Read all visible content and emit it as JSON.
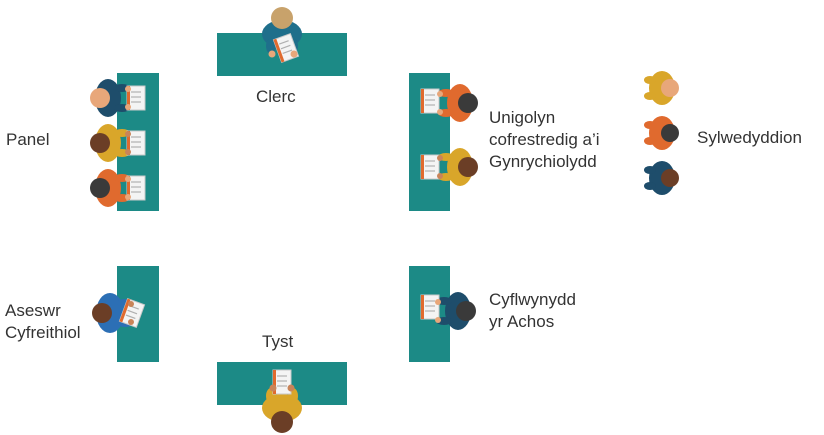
{
  "colors": {
    "table": "#1c8a86",
    "skin": "#e8a77a",
    "skin_dark": "#c98459",
    "hair_brown": "#6b3e26",
    "hair_dark": "#3a3a3a",
    "hair_blond": "#c8a26b",
    "shirt_navy": "#1e4d6b",
    "shirt_teal": "#1f6f8b",
    "shirt_mustard": "#d9a62a",
    "shirt_orange": "#e06a2e",
    "shirt_blue": "#2c6fb5",
    "paper": "#f4f4f4",
    "text": "#333333"
  },
  "labels": {
    "clerk": "Clerc",
    "panel": "Panel",
    "registrant": [
      "Unigolyn",
      "cofrestredig a’i",
      "Gynrychiolydd"
    ],
    "observers": "Sylwedyddion",
    "legal_assessor": [
      "Aseswr",
      "Cyfreithiol"
    ],
    "case_presenter": [
      "Cyflwynydd",
      "yr Achos"
    ],
    "witness": "Tyst"
  }
}
